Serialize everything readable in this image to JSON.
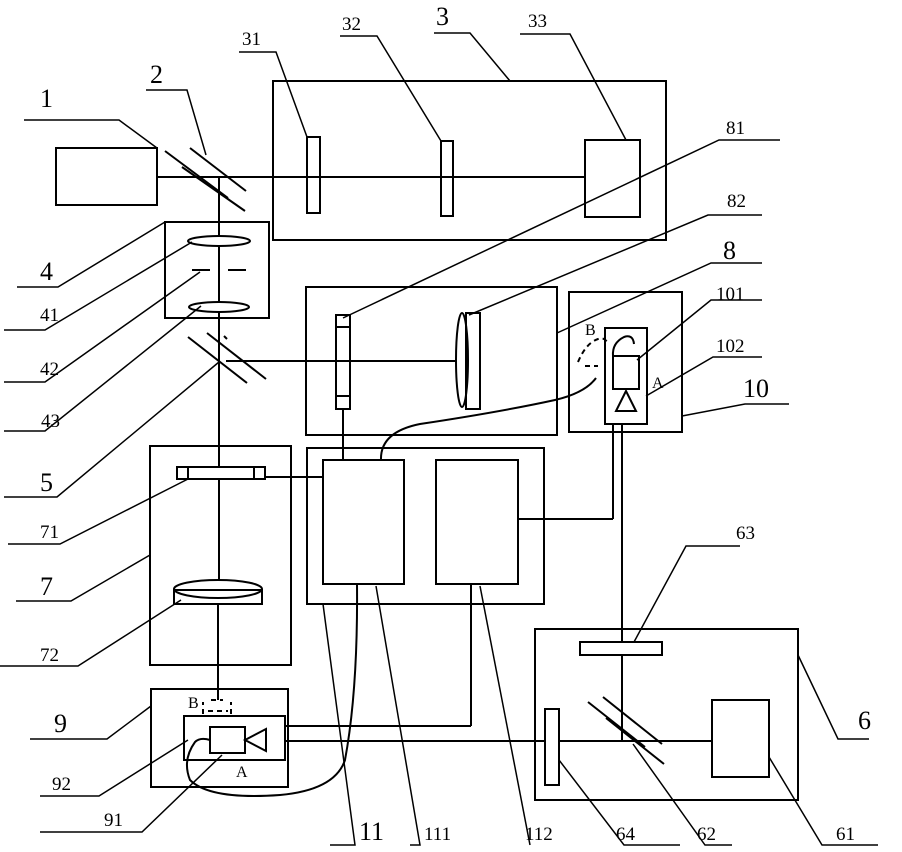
{
  "labels": {
    "n1": "1",
    "n2": "2",
    "n3": "3",
    "n31": "31",
    "n32": "32",
    "n33": "33",
    "n4": "4",
    "n41": "41",
    "n42": "42",
    "n43": "43",
    "n5": "5",
    "n6": "6",
    "n61": "61",
    "n62": "62",
    "n63": "63",
    "n64": "64",
    "n7": "7",
    "n71": "71",
    "n72": "72",
    "n8": "8",
    "n81": "81",
    "n82": "82",
    "n9": "9",
    "n91": "91",
    "n92": "92",
    "n10": "10",
    "n101": "101",
    "n102": "102",
    "n11": "11",
    "n111": "111",
    "n112": "112"
  },
  "markers": {
    "a_upper": "A",
    "b_upper": "B",
    "a_lower": "A",
    "b_lower": "B"
  }
}
